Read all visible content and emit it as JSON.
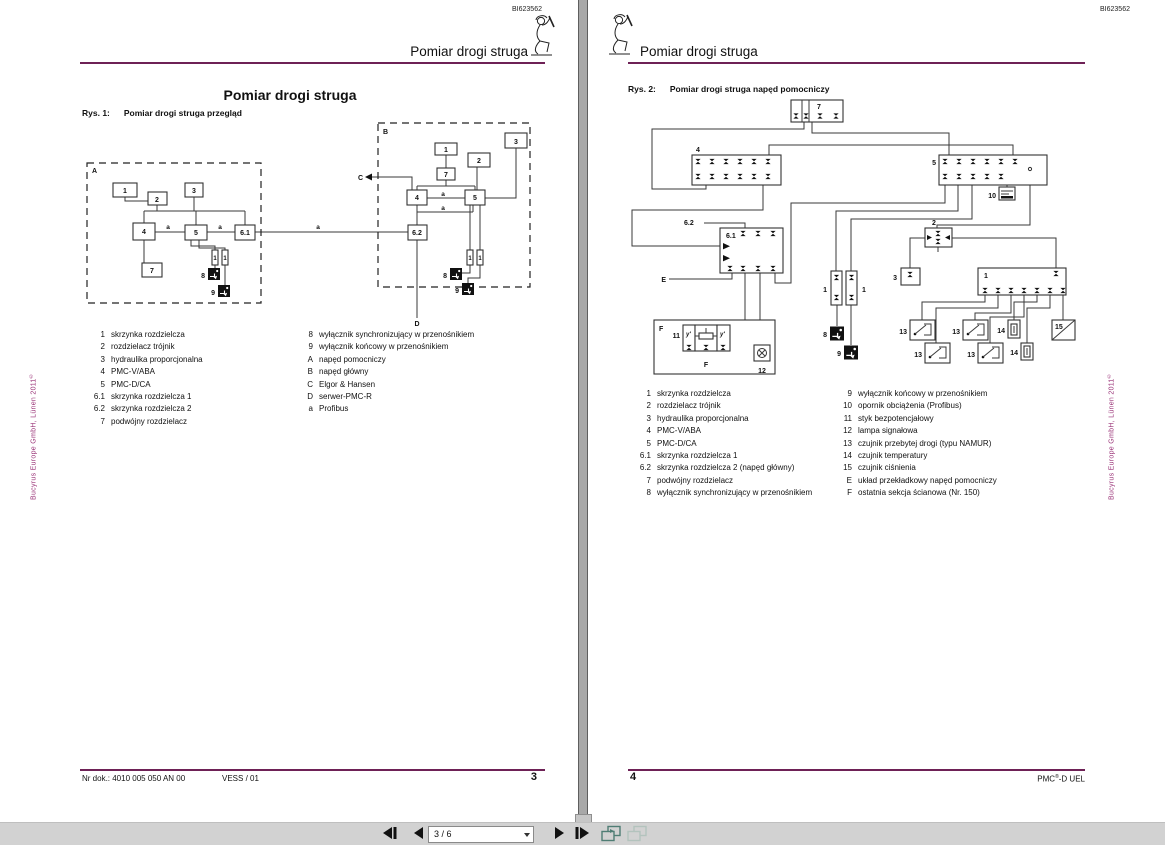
{
  "doc": {
    "code": "BI623562"
  },
  "shared": {
    "header_title": "Pomiar drogi struga",
    "copyright": "Bucyrus Europe GmbH, Lünen 2011",
    "copyright_symbol": "©"
  },
  "page3": {
    "number": "3",
    "title": "Pomiar drogi struga",
    "fig_label": "Rys. 1:",
    "fig_caption": "Pomiar drogi struga przegląd",
    "doc_no": "Nr dok.: 4010 005 050 AN 00",
    "version": "VESS / 01",
    "legend_left": [
      {
        "num": "1",
        "text": "skrzynka rozdzielcza"
      },
      {
        "num": "2",
        "text": "rozdzielacz trójnik"
      },
      {
        "num": "3",
        "text": "hydraulika proporcjonalna"
      },
      {
        "num": "4",
        "text": "PMC-V/ABA"
      },
      {
        "num": "5",
        "text": "PMC-D/CA"
      },
      {
        "num": "6.1",
        "text": "skrzynka rozdzielcza 1"
      },
      {
        "num": "6.2",
        "text": "skrzynka rozdzielcza 2"
      },
      {
        "num": "7",
        "text": "podwójny rozdzielacz"
      }
    ],
    "legend_right": [
      {
        "num": "8",
        "text": "wyłącznik synchronizujący w przenośnikiem"
      },
      {
        "num": "9",
        "text": "wyłącznik końcowy w przenośnikiem"
      },
      {
        "num": "A",
        "text": "napęd pomocniczy"
      },
      {
        "num": "B",
        "text": "napęd główny"
      },
      {
        "num": "C",
        "text": "Elgor & Hansen"
      },
      {
        "num": "D",
        "text": "serwer-PMC-R"
      },
      {
        "num": "a",
        "text": "Profibus"
      }
    ]
  },
  "page4": {
    "number": "4",
    "fig_label": "Rys. 2:",
    "fig_caption": "Pomiar drogi struga napęd pomocniczy",
    "footer_brand": "PMC",
    "footer_brand_sup": "®",
    "footer_brand_suffix": "-D UEL",
    "legend_left": [
      {
        "num": "1",
        "text": "skrzynka rozdzielcza"
      },
      {
        "num": "2",
        "text": "rozdzielacz trójnik"
      },
      {
        "num": "3",
        "text": "hydraulika proporcjonalna"
      },
      {
        "num": "4",
        "text": "PMC-V/ABA"
      },
      {
        "num": "5",
        "text": "PMC-D/CA"
      },
      {
        "num": "6.1",
        "text": "skrzynka rozdzielcza 1"
      },
      {
        "num": "6.2",
        "text": "skrzynka rozdzielcza 2 (napęd główny)"
      },
      {
        "num": "7",
        "text": "podwójny rozdzielacz"
      },
      {
        "num": "8",
        "text": "wyłącznik synchronizujący w przenośnikiem"
      }
    ],
    "legend_right": [
      {
        "num": "9",
        "text": "wyłącznik końcowy w przenośnikiem"
      },
      {
        "num": "10",
        "text": "opornik obciążenia (Profibus)"
      },
      {
        "num": "11",
        "text": "styk bezpotencjałowy"
      },
      {
        "num": "12",
        "text": "lampa signałowa"
      },
      {
        "num": "13",
        "text": "czujnik przebytej drogi (typu NAMUR)"
      },
      {
        "num": "14",
        "text": "czujnik temperatury"
      },
      {
        "num": "15",
        "text": "czujnik ciśnienia"
      },
      {
        "num": "E",
        "text": "układ przekładkowy napęd pomocniczy"
      },
      {
        "num": "F",
        "text": "ostatnia sekcja ścianowa (Nr. 150)"
      }
    ]
  },
  "labels": {
    "n1": "1",
    "n2": "2",
    "n3": "3",
    "n4": "4",
    "n5": "5",
    "n61": "6.1",
    "n62": "6.2",
    "n7": "7",
    "n8": "8",
    "n9": "9",
    "n10": "10",
    "n11": "11",
    "n12": "12",
    "n13": "13",
    "n14": "14",
    "n15": "15",
    "nA": "A",
    "nB": "B",
    "nC": "C",
    "nD": "D",
    "nE": "E",
    "nF": "F",
    "na": "a",
    "ny": "y'"
  },
  "viewer": {
    "page_display": "3 / 6"
  }
}
